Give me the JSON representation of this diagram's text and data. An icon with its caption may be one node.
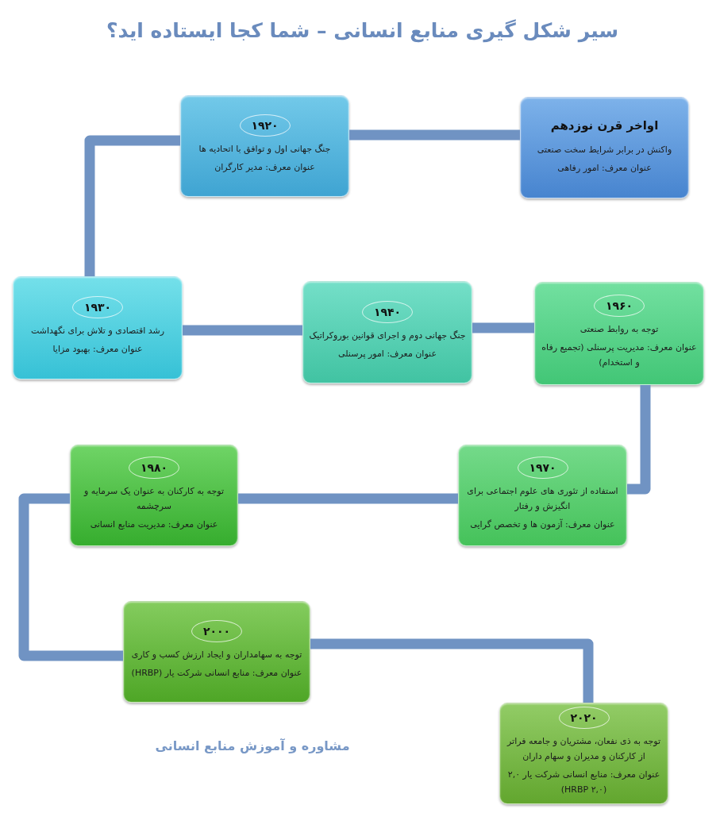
{
  "diagram": {
    "title": "سیر شکل گیری منابع انسانی – شما کجا ایستاده اید؟",
    "nodes": [
      {
        "text": [
          "اواخر قرن نوزدهم",
          "واکنش در برابر شرایط سخت صنعتی",
          "عنوان معرف: امور رفاهی"
        ]
      },
      {
        "text": [
          "جنگ جهانی اول و توافق با اتحادیه ها",
          "عنوان معرف: مدیر کارگران"
        ]
      },
      {
        "text": [
          "۱۹۲۰"
        ],
        "in": 1
      },
      {
        "text": [
          "رشد اقتصادی و تلاش برای نگهداشت",
          "عنوان معرف: بهبود مزایا"
        ]
      },
      {
        "text": [
          "۱۹۳۰"
        ],
        "in": 3
      },
      {
        "text": [
          "جنگ جهانی دوم و اجرای قوانین بوروکراتیک",
          "عنوان معرف: امور پرسنلی"
        ]
      },
      {
        "text": [
          "۱۹۴۰"
        ],
        "in": 5
      },
      {
        "text": [
          "توجه به روابط صنعتی",
          "عنوان معرف: مدیریت پرسنلی (تجمیع رفاه و استخدام)"
        ]
      },
      {
        "text": [
          "۱۹۶۰"
        ],
        "in": 7
      },
      {
        "text": [
          "استفاده از تئوری های علوم اجتماعی برای انگیزش و رفتار",
          "عنوان معرف: آزمون ها و تخصص گرایی"
        ]
      },
      {
        "text": [
          "۱۹۷۰"
        ],
        "in": 9
      },
      {
        "text": [
          "توجه به کارکنان به عنوان یک سرمایه و سرچشمه",
          "عنوان معرف: مدیریت منابع انسانی"
        ]
      },
      {
        "text": [
          "۱۹۸۰"
        ],
        "in": 11
      },
      {
        "text": [
          "توجه به سهامداران و ایجاد ارزش کسب و کاری",
          "عنوان معرف: منابع انسانی شرکت یار (HRBP)"
        ]
      },
      {
        "text": [
          "۲۰۰۰"
        ],
        "in": 13
      },
      {
        "text": [
          "توجه به ذی نفعان، مشتریان و جامعه فراتر از کارکنان و مدیران و سهام داران",
          "عنوان معرف: منابع انسانی شرکت یار ۲,۰ (HRBP ۲,۰)"
        ]
      },
      {
        "text": [
          "۲۰۲۰"
        ],
        "in": 15
      }
    ],
    "edges": [
      {
        "from": 0,
        "to": 1,
        "arrow": "none"
      },
      {
        "from": 1,
        "to": 3,
        "arrow": "none"
      },
      {
        "from": 3,
        "to": 5,
        "arrow": "none"
      },
      {
        "from": 5,
        "to": 7,
        "arrow": "none"
      },
      {
        "from": 7,
        "to": 9,
        "arrow": "none"
      },
      {
        "from": 9,
        "to": 11,
        "arrow": "none"
      },
      {
        "from": 11,
        "to": 13,
        "arrow": "none"
      },
      {
        "from": 13,
        "to": 15,
        "arrow": "none"
      }
    ],
    "labels": [
      "مشاوره و آموزش منابع انسانی"
    ]
  }
}
